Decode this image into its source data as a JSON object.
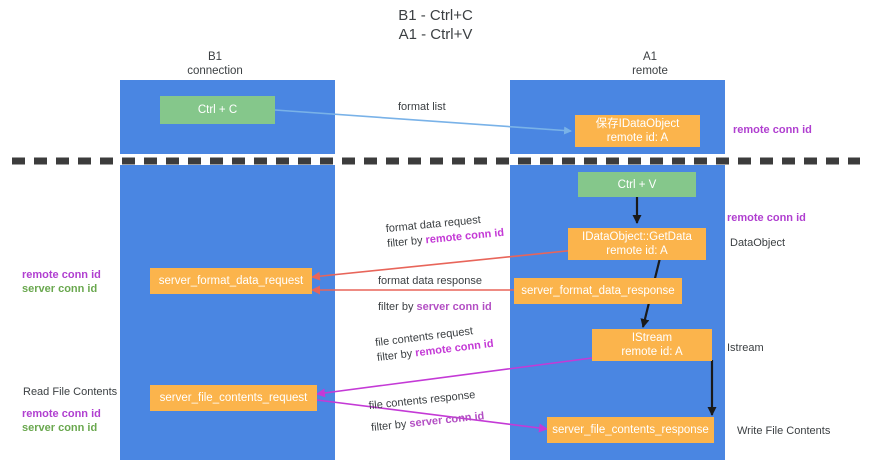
{
  "title": "B1 - Ctrl+C\nA1 - Ctrl+V",
  "colors": {
    "lane": "#4a86e2",
    "green_node": "#85c78b",
    "orange_node": "#fbb44c",
    "remote_conn_id": "#b03fd0",
    "server_conn_id": "#6aa84f",
    "divider": "#3c3c3c",
    "arrow_blue": "#79b2e8",
    "arrow_red": "#e8655a",
    "arrow_magenta": "#c43ad6",
    "arrow_black": "#1a1a1a",
    "text": "#3c4043"
  },
  "columns": [
    {
      "name": "B1",
      "sub": "connection",
      "header": "B1\nconnection"
    },
    {
      "name": "A1",
      "sub": "remote",
      "header": "A1\nremote"
    }
  ],
  "nodes": [
    {
      "id": "ctrl-c",
      "label": "Ctrl + C",
      "kind": "green"
    },
    {
      "id": "save-idataobject",
      "label": "保存IDataObject\nremote id: A",
      "kind": "orange"
    },
    {
      "id": "ctrl-v",
      "label": "Ctrl + V",
      "kind": "green"
    },
    {
      "id": "idataobject-getdata",
      "label": "IDataObject::GetData\nremote id: A",
      "kind": "orange"
    },
    {
      "id": "server-format-data-request",
      "label": "server_format_data_request",
      "kind": "orange"
    },
    {
      "id": "server-format-data-response",
      "label": "server_format_data_response",
      "kind": "orange"
    },
    {
      "id": "istream",
      "label": "IStream\nremote id: A",
      "kind": "orange"
    },
    {
      "id": "server-file-contents-request",
      "label": "server_file_contents_request",
      "kind": "orange"
    },
    {
      "id": "server-file-contents-response",
      "label": "server_file_contents_response",
      "kind": "orange"
    }
  ],
  "edge_labels": [
    {
      "id": "format-list",
      "line1": "format list",
      "filter_prefix": "",
      "filter_value": ""
    },
    {
      "id": "format-data-request",
      "line1": "format data request",
      "filter_prefix": "filter by",
      "filter_value": "remote conn id"
    },
    {
      "id": "format-data-response",
      "line1": "format data response",
      "filter_prefix": "filter by",
      "filter_value": "server conn id"
    },
    {
      "id": "file-contents-request",
      "line1": "file contents request",
      "filter_prefix": "filter by",
      "filter_value": "remote conn id"
    },
    {
      "id": "file-contents-response",
      "line1": "file contents response",
      "filter_prefix": "filter by",
      "filter_value": "server conn id"
    }
  ],
  "right_notes": [
    {
      "id": "right-remote-conn-id-1",
      "text": "remote conn id",
      "style": "purple"
    },
    {
      "id": "right-remote-conn-id-2",
      "text": "remote conn id",
      "style": "purple"
    },
    {
      "id": "right-dataobject",
      "text": "DataObject",
      "style": "plain"
    },
    {
      "id": "right-istream",
      "text": "Istream",
      "style": "plain"
    },
    {
      "id": "right-write-file",
      "text": "Write File Contents",
      "style": "plain"
    }
  ],
  "left_notes": [
    {
      "id": "left-remote-conn-id",
      "text": "remote conn id",
      "style": "purple"
    },
    {
      "id": "left-server-conn-id",
      "text": "server conn id",
      "style": "green"
    },
    {
      "id": "left-read-file",
      "text": "Read File Contents",
      "style": "plain"
    },
    {
      "id": "left-remote-conn-id-2",
      "text": "remote conn id",
      "style": "purple"
    },
    {
      "id": "left-server-conn-id-2",
      "text": "server conn id",
      "style": "green"
    }
  ]
}
